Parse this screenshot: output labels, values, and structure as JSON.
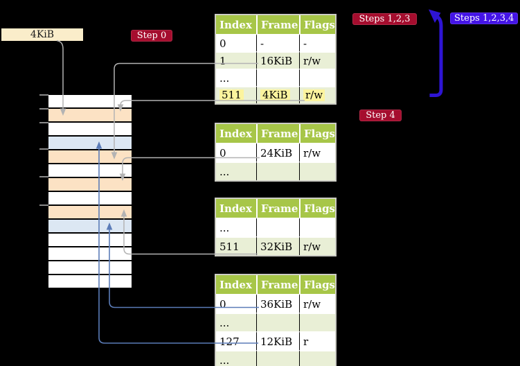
{
  "palette": {
    "background": "#000000",
    "header_green": "#a7c648",
    "row_green": "#e9efd6",
    "highlight_yellow": "#fcf49e",
    "orange_row": "#fce2c4",
    "blue_row": "#dce7f3",
    "cream_box": "#faedca",
    "red_badge": "#a50d2e",
    "blue_badge": "#4414e6",
    "gray_arrow": "#b3b3b3",
    "steel_arrow": "#5b7cb8",
    "deep_blue_arrow": "#2e14d4"
  },
  "labels": {
    "page_size": "4KiB",
    "step0": "Step 0",
    "steps123": "Steps 1,2,3",
    "steps1234": "Steps 1,2,3,4",
    "step4": "Step 4"
  },
  "tables": [
    {
      "id": "table-1",
      "headers": [
        "Index",
        "Frame",
        "Flags"
      ],
      "rows": [
        {
          "index": "0",
          "frame": "-",
          "flags": "-"
        },
        {
          "index": "1",
          "frame": "16KiB",
          "flags": "r/w"
        },
        {
          "index": "...",
          "frame": "",
          "flags": ""
        },
        {
          "index": "511",
          "frame": "4KiB",
          "flags": "r/w"
        }
      ]
    },
    {
      "id": "table-2",
      "headers": [
        "Index",
        "Frame",
        "Flags"
      ],
      "rows": [
        {
          "index": "0",
          "frame": "24KiB",
          "flags": "r/w"
        },
        {
          "index": "...",
          "frame": "",
          "flags": ""
        }
      ]
    },
    {
      "id": "table-3",
      "headers": [
        "Index",
        "Frame",
        "Flags"
      ],
      "rows": [
        {
          "index": "...",
          "frame": "",
          "flags": ""
        },
        {
          "index": "511",
          "frame": "32KiB",
          "flags": "r/w"
        }
      ]
    },
    {
      "id": "table-4",
      "headers": [
        "Index",
        "Frame",
        "Flags"
      ],
      "rows": [
        {
          "index": "0",
          "frame": "36KiB",
          "flags": "r/w"
        },
        {
          "index": "...",
          "frame": "",
          "flags": ""
        },
        {
          "index": "127",
          "frame": "12KiB",
          "flags": "r"
        },
        {
          "index": "...",
          "frame": "",
          "flags": ""
        }
      ]
    }
  ],
  "memory_column": {
    "rows": [
      "white",
      "orange",
      "white",
      "blue",
      "orange",
      "white",
      "orange",
      "white",
      "orange",
      "blue",
      "white",
      "white",
      "white",
      "white"
    ]
  }
}
